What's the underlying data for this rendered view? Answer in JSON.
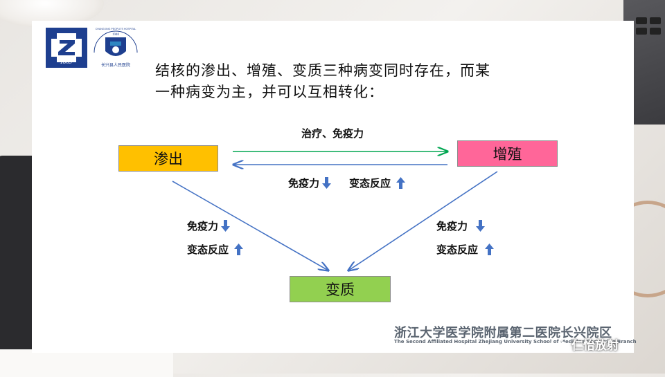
{
  "logos": {
    "z_logo_year": "1869",
    "hospital_logo_year": "1940",
    "hospital_logo_ring_text": "CHANGXING PEOPLE'S HOSPITAL",
    "hospital_logo_cn_text": "长兴县人民医院"
  },
  "intro": {
    "line1": "结核的渗出、增殖、变质三种病变同时存在，而某",
    "line2": "一种病变为主，并可以互相转化："
  },
  "nodes": {
    "exudation": "渗出",
    "proliferation": "增殖",
    "alteration": "变质"
  },
  "edges": {
    "top_label": "治疗、免疫力",
    "middle_immunity": "免疫力",
    "middle_reactivity": "变态反应",
    "left_immunity": "免疫力",
    "left_reactivity": "变态反应",
    "right_immunity": "免疫力",
    "right_reactivity": "变态反应"
  },
  "footer": {
    "cn": "浙江大学医学院附属第二医院长兴院区",
    "en": "The Second Affiliated Hospital Zhejiang University School of Medicine Changxing Branch"
  },
  "watermark": "仁怡放射",
  "colors": {
    "exudation": "#ffc000",
    "proliferation": "#ff6699",
    "alteration": "#92d050",
    "arrow_green": "#00a651",
    "arrow_blue": "#4472c4",
    "logo_blue": "#1e3f8f"
  },
  "icons": {
    "down_arrow": "down-arrow-icon",
    "up_arrow": "up-arrow-icon",
    "wechat": "wechat-icon"
  }
}
